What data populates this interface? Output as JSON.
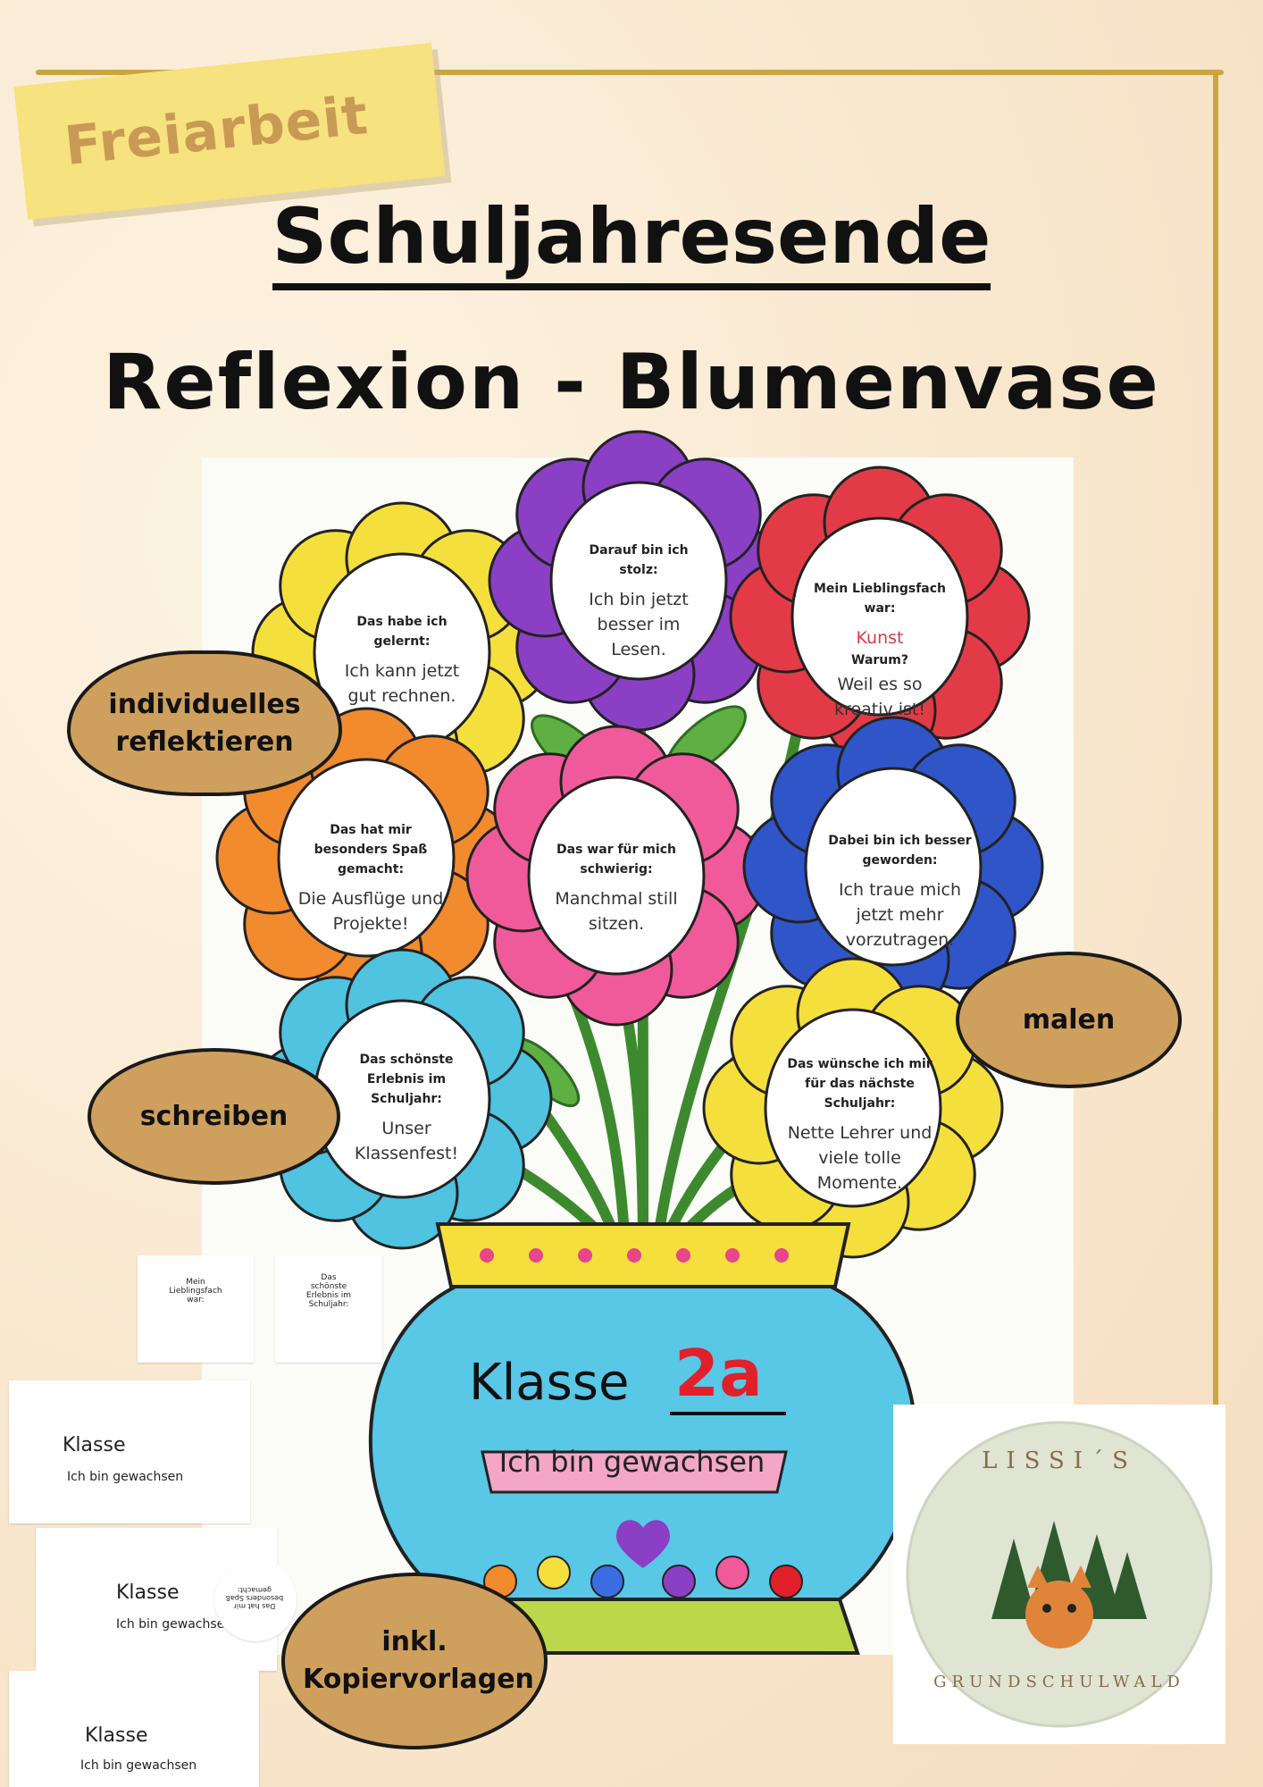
{
  "badge": "Freiarbeit",
  "title": "Schuljahresende",
  "subtitle": "Reflexion - Blumenvase",
  "flowers": [
    {
      "question": "Das habe ich gelernt:",
      "answer": "Ich kann jetzt gut rechnen."
    },
    {
      "question": "Darauf bin ich stolz:",
      "answer": "Ich bin jetzt besser im Lesen."
    },
    {
      "question": "Mein Lieblingsfach war:",
      "answer": "Kunst",
      "question2": "Warum?",
      "answer2": "Weil es so kreativ ist!"
    },
    {
      "question": "Das hat mir besonders Spaß gemacht:",
      "answer": "Die Ausflüge und Projekte!"
    },
    {
      "question": "Das war für mich schwierig:",
      "answer": "Manchmal still sitzen."
    },
    {
      "question": "Dabei bin ich besser geworden:",
      "answer": "Ich traue mich jetzt mehr vorzutragen."
    },
    {
      "question": "Das schönste Erlebnis im Schuljahr:",
      "answer": "Unser Klassenfest!"
    },
    {
      "question": "Das wünsche ich mir für das nächste Schuljahr:",
      "answer": "Nette Lehrer und viele tolle Momente."
    }
  ],
  "vase": {
    "klasse_label": "Klasse",
    "klasse_value": "2a",
    "banner": "Ich bin gewachsen"
  },
  "bubbles": {
    "reflect": "individuelles reflektieren",
    "paint": "malen",
    "write": "schreiben",
    "templates": "inkl. Kopiervorlagen"
  },
  "thumbnails": {
    "flower1": "Mein Lieblingsfach war:",
    "flower2": "Das schönste Erlebnis im Schuljahr:",
    "flower3": "Das hat mir besonders Spaß gemacht:",
    "vase_label": "Klasse",
    "vase_banner": "Ich bin gewachsen"
  },
  "logo": {
    "top": "LISSI´S",
    "bottom": "GRUNDSCHULWALD"
  },
  "colors": {
    "badge_bg": "#f6e27e",
    "badge_text": "#c99a55",
    "bubble": "#cfa05d",
    "frame": "#c9a640",
    "accent_red": "#e1202a"
  }
}
